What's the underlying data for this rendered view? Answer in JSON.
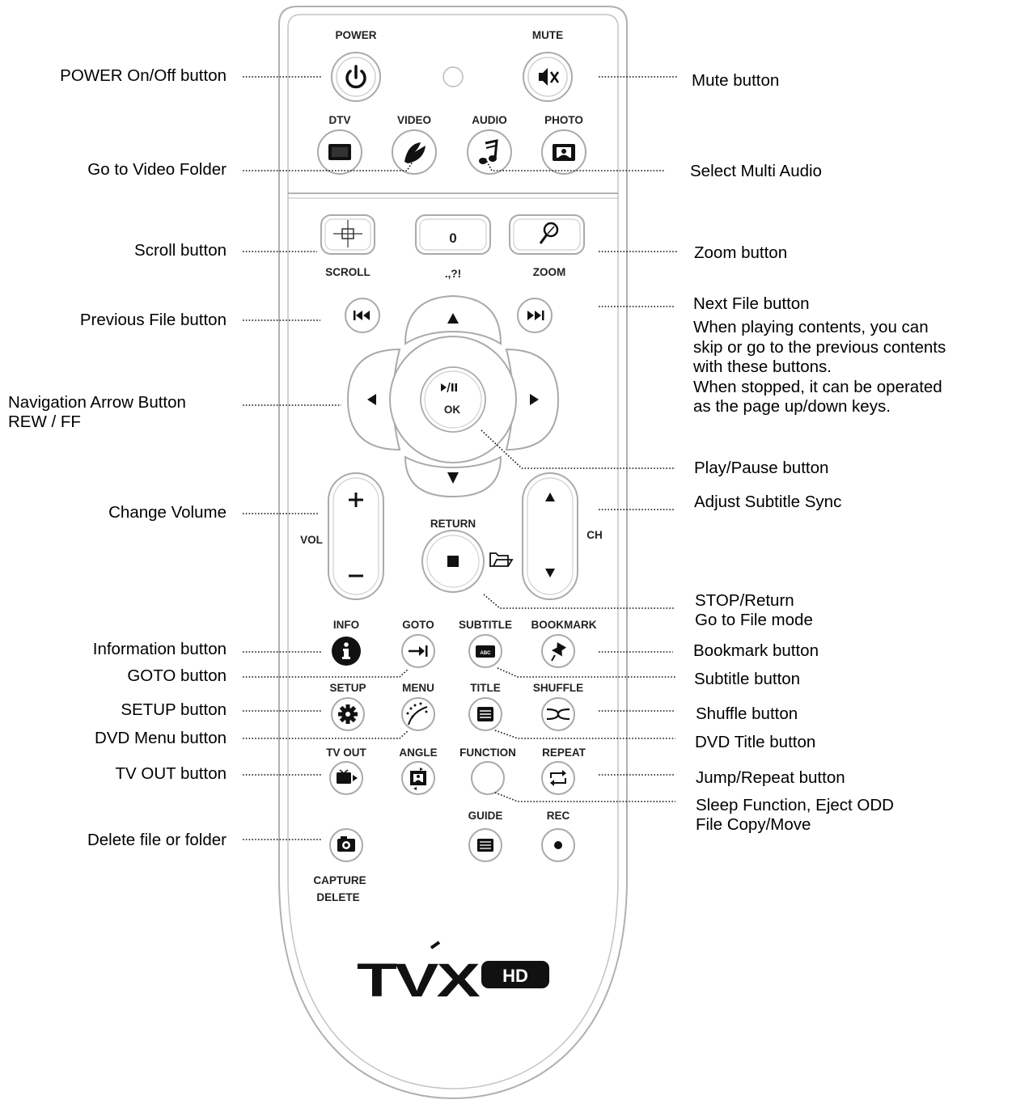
{
  "remote": {
    "labels": {
      "power": "POWER",
      "mute": "MUTE",
      "dtv": "DTV",
      "video": "VIDEO",
      "audio": "AUDIO",
      "photo": "PHOTO",
      "scroll": "SCROLL",
      "zero": "0",
      "punct": ".,?!",
      "zoom": "ZOOM",
      "ok": "OK",
      "vol": "VOL",
      "ch": "CH",
      "return": "RETURN",
      "info": "INFO",
      "goto": "GOTO",
      "subtitle": "SUBTITLE",
      "bookmark": "BOOKMARK",
      "setup": "SETUP",
      "menu": "MENU",
      "title": "TITLE",
      "shuffle": "SHUFFLE",
      "tvout": "TV OUT",
      "angle": "ANGLE",
      "function": "FUNCTION",
      "repeat": "REPEAT",
      "guide": "GUIDE",
      "rec": "REC",
      "capture": "CAPTURE",
      "delete": "DELETE",
      "abc": "ABC"
    },
    "logo": {
      "text": "TVX",
      "badge": "HD"
    }
  },
  "callouts_left": {
    "power": "POWER On/Off button",
    "video": "Go to Video Folder",
    "scroll": "Scroll button",
    "prev": "Previous File button",
    "nav_1": "Navigation Arrow Button",
    "nav_2": "REW / FF",
    "volume": "Change Volume",
    "info": "Information button",
    "goto": "GOTO button",
    "setup": "SETUP button",
    "menu": "DVD Menu button",
    "tvout": "TV OUT button",
    "delete": "Delete file or folder"
  },
  "callouts_right": {
    "mute": "Mute button",
    "audio": "Select Multi Audio",
    "zoom": "Zoom button",
    "next": "Next File button",
    "next_desc": [
      "When playing contents, you can",
      "skip or go to the previous contents",
      "with these buttons.",
      "When stopped, it can be operated",
      "as the page up/down keys."
    ],
    "play": "Play/Pause button",
    "subsync": "Adjust Subtitle Sync",
    "stop_1": "STOP/Return",
    "stop_2": "Go to File mode",
    "bookmark": "Bookmark button",
    "subtitle": "Subtitle button",
    "shuffle": "Shuffle button",
    "title": "DVD Title button",
    "repeat": "Jump/Repeat button",
    "function_1": "Sleep Function, Eject ODD",
    "function_2": "File Copy/Move"
  }
}
